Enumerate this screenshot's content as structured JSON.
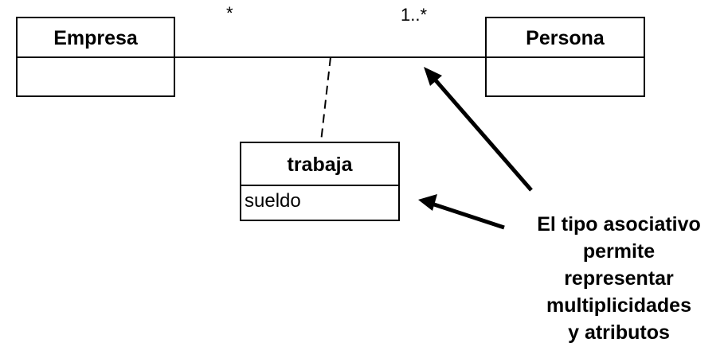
{
  "classes": {
    "empresa": {
      "name": "Empresa",
      "attributes": ""
    },
    "persona": {
      "name": "Persona",
      "attributes": ""
    },
    "trabaja": {
      "name": "trabaja",
      "attributes": "sueldo"
    }
  },
  "association": {
    "multiplicity_empresa_end": "*",
    "multiplicity_persona_end": "1..*"
  },
  "note": {
    "lines": [
      "El tipo asociativo",
      "permite",
      "representar",
      "multiplicidades",
      "y atributos"
    ]
  }
}
